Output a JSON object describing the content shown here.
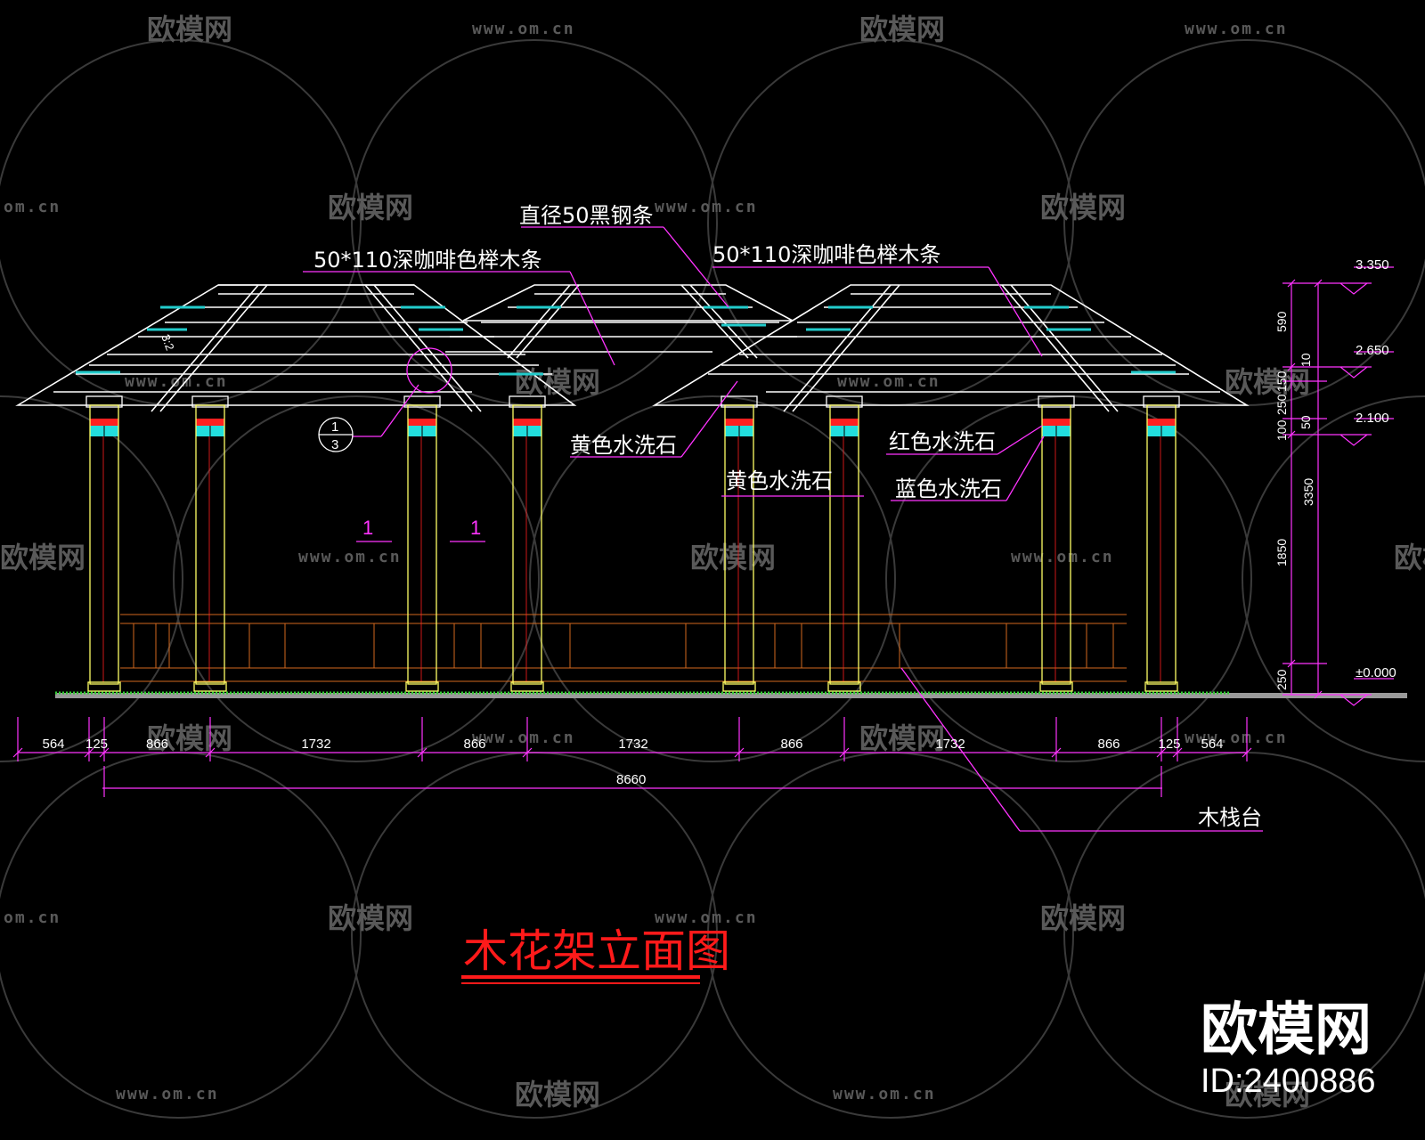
{
  "drawing": {
    "title": "木花架立面图",
    "colors": {
      "background": "#000000",
      "outline": "#ffffff",
      "column": "#ffff66",
      "dimension": "#ff33ff",
      "title": "#ff1a1a",
      "red_band": "#ff2020",
      "cyan_band": "#22dddd",
      "railing": "#d2691e",
      "ground": "#9a9a9a",
      "grass": "#33cc33",
      "watermark": "#5a5a5a"
    }
  },
  "callouts": {
    "steel_bar": "直径50黑钢条",
    "beech_left": "50*110深咖啡色榉木条",
    "beech_right": "50*110深咖啡色榉木条",
    "yellow_stone_1": "黄色水洗石",
    "yellow_stone_2": "黄色水洗石",
    "red_stone": "红色水洗石",
    "blue_stone": "蓝色水洗石",
    "deck": "木栈台"
  },
  "detail_marker": {
    "top": "1",
    "bottom": "3"
  },
  "section_marks": [
    "1",
    "1"
  ],
  "slope_label": "3:2",
  "horizontal_dims": {
    "segments": [
      "564",
      "125",
      "866",
      "1732",
      "866",
      "1732",
      "866",
      "1732",
      "866",
      "125",
      "564"
    ],
    "total": "8660"
  },
  "vertical_dims": {
    "left_segments": [
      "590",
      "250",
      "100",
      "1850",
      "250"
    ],
    "small_segments": [
      "10",
      "150",
      "50"
    ],
    "overall": "3350"
  },
  "elevations": [
    "3.350",
    "2.650",
    "2.100",
    "±0.000"
  ],
  "watermark": {
    "brand": "欧模网",
    "url": "www.om.cn",
    "url_fragment": "om.cn",
    "id_text": "ID:2400886"
  }
}
